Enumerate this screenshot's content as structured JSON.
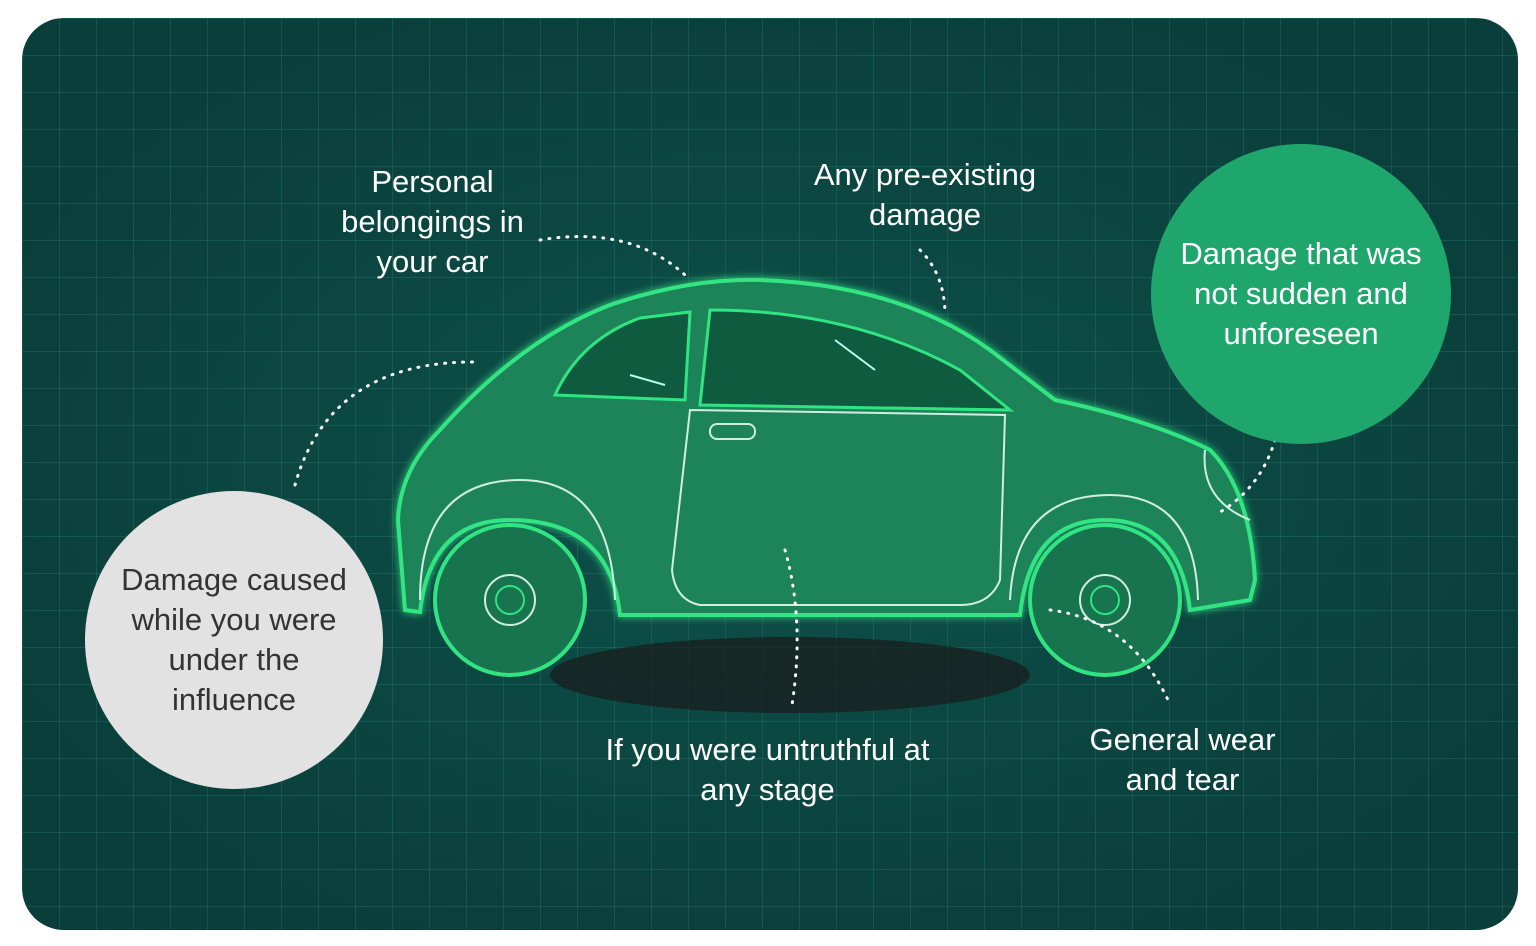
{
  "labels": {
    "personal_belongings": "Personal belongings in your car",
    "pre_existing": "Any pre-existing damage",
    "not_sudden": "Damage that was not sudden and unforeseen",
    "under_influence": "Damage caused while you were under the influence",
    "untruthful": "If you were untruthful at any stage",
    "wear_tear": "General wear and tear"
  },
  "colors": {
    "background": "#0b4541",
    "car": "#1e8a5e",
    "outline": "#2ee07f",
    "grey_circle": "#e2e2e2",
    "green_circle": "#1fa66d"
  }
}
